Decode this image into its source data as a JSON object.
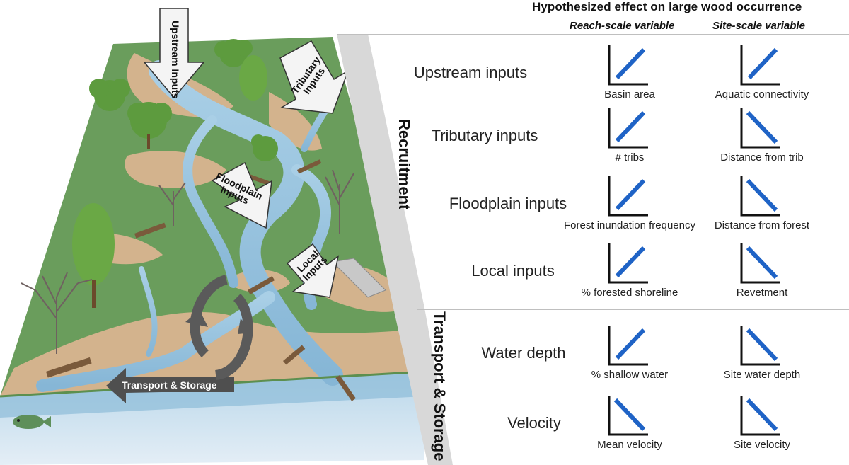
{
  "title": "Hypothesized effect on large wood occurrence",
  "columns": {
    "reach": "Reach-scale variable",
    "site": "Site-scale variable"
  },
  "sections": {
    "recruitment": "Recruitment",
    "transport": "Transport & Storage"
  },
  "rows": [
    {
      "label": "Upstream inputs",
      "reach": {
        "caption": "Basin area",
        "trend": "positive"
      },
      "site": {
        "caption": "Aquatic connectivity",
        "trend": "positive"
      }
    },
    {
      "label": "Tributary inputs",
      "reach": {
        "caption": "# tribs",
        "trend": "positive"
      },
      "site": {
        "caption": "Distance from trib",
        "trend": "negative"
      }
    },
    {
      "label": "Floodplain inputs",
      "reach": {
        "caption": "Forest inundation frequency",
        "trend": "positive"
      },
      "site": {
        "caption": "Distance from forest",
        "trend": "negative"
      }
    },
    {
      "label": "Local inputs",
      "reach": {
        "caption": "% forested shoreline",
        "trend": "positive"
      },
      "site": {
        "caption": "Revetment",
        "trend": "negative"
      }
    },
    {
      "label": "Water depth",
      "reach": {
        "caption": "% shallow water",
        "trend": "positive"
      },
      "site": {
        "caption": "Site water depth",
        "trend": "negative"
      }
    },
    {
      "label": "Velocity",
      "reach": {
        "caption": "Mean velocity",
        "trend": "negative"
      },
      "site": {
        "caption": "Site velocity",
        "trend": "negative"
      }
    }
  ],
  "scene": {
    "arrows": {
      "upstream": "Upstream Inputs",
      "tributary": "Tributary Inputs",
      "floodplain": "Floodplain Inputs",
      "local": "Local Inputs",
      "transport": "Transport & Storage"
    }
  },
  "colors": {
    "trend_line": "#1f63c6",
    "land": "#6a9c5c",
    "sand": "#d2b28c",
    "water": "#9cc4de"
  }
}
